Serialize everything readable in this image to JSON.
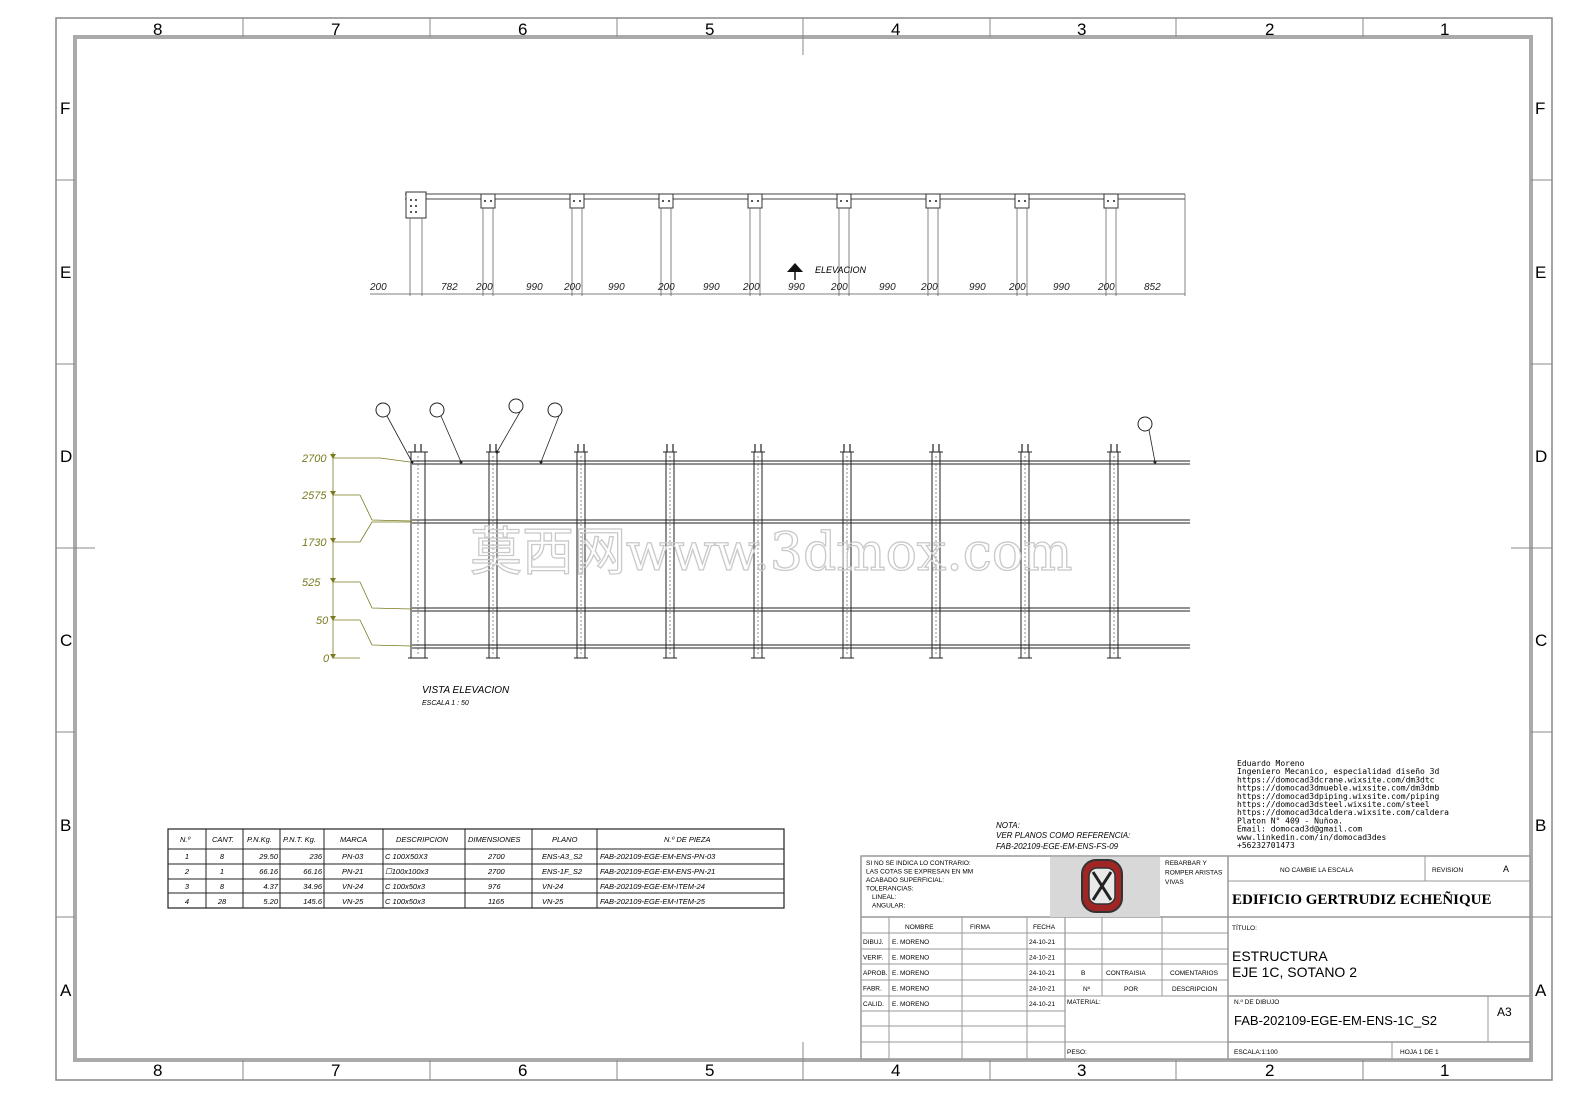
{
  "sheet": {
    "zone_cols": [
      "8",
      "7",
      "6",
      "5",
      "4",
      "3",
      "2",
      "1"
    ],
    "zone_rows": [
      "F",
      "E",
      "D",
      "C",
      "B",
      "A"
    ]
  },
  "plan_view": {
    "label": "ELEVACION",
    "dimensions": [
      "200",
      "782",
      "200",
      "990",
      "200",
      "990",
      "200",
      "990",
      "200",
      "990",
      "200",
      "990",
      "200",
      "990",
      "200",
      "990",
      "200",
      "852"
    ]
  },
  "elevation_view": {
    "title": "VISTA ELEVACION",
    "scale": "ESCALA 1 : 50",
    "level_labels": [
      "2700",
      "2575",
      "1730",
      "525",
      "50",
      "0"
    ]
  },
  "parts_table": {
    "headers": [
      "N.º",
      "CANT.",
      "P.N.Kg.",
      "P.N.T. Kg.",
      "MARCA",
      "DESCRIPCION",
      "DIMENSIONES",
      "PLANO",
      "N.º DE PIEZA"
    ],
    "rows": [
      [
        "1",
        "8",
        "29.50",
        "236",
        "PN-03",
        "C 100X50X3",
        "2700",
        "ENS-A3_S2",
        "FAB-202109-EGE-EM-ENS-PN-03"
      ],
      [
        "2",
        "1",
        "66.16",
        "66.16",
        "PN-21",
        "☐100x100x3",
        "2700",
        "ENS-1F_S2",
        "FAB-202109-EGE-EM-ENS-PN-21"
      ],
      [
        "3",
        "8",
        "4.37",
        "34.96",
        "VN-24",
        "C 100x50x3",
        "976",
        "VN-24",
        "FAB-202109-EGE-EM-ITEM-24"
      ],
      [
        "4",
        "28",
        "5.20",
        "145.6",
        "VN-25",
        "C 100x50x3",
        "1165",
        "VN-25",
        "FAB-202109-EGE-EM-ITEM-25"
      ]
    ]
  },
  "note": {
    "title": "NOTA:",
    "line1": "VER PLANOS COMO REFERENCIA:",
    "line2": "FAB-202109-EGE-EM-ENS-FS-09"
  },
  "author": {
    "lines": [
      "Eduardo Moreno",
      "Ingeniero Mecanico, especialidad diseño 3d",
      "https://domocad3dcrane.wixsite.com/dm3dtc",
      "https://domocad3dmueble.wixsite.com/dm3dmb",
      "https://domocad3dpiping.wixsite.com/piping",
      "https://domocad3dsteel.wixsite.com/steel",
      "https://domocad3dcaldera.wixsite.com/caldera",
      "Platon N° 409 - Nuñoa.",
      "Email: domocad3d@gmail.com",
      "www.linkedin.com/in/domocad3des",
      "+56232701473"
    ]
  },
  "title_block": {
    "general_notes": [
      "SI NO SE INDICA LO CONTRARIO:",
      "LAS COTAS SE EXPRESAN EN MM",
      "ACABADO SUPERFICIAL:",
      "TOLERANCIAS:",
      "LINEAL:",
      "ANGULAR:"
    ],
    "deburr": [
      "REBARBAR Y",
      "ROMPER ARISTAS",
      "VIVAS"
    ],
    "no_scale": "NO CAMBIE LA ESCALA",
    "revision_label": "REVISION",
    "revision_value": "A",
    "project": "EDIFICIO GERTRUDIZ ECHEÑIQUE",
    "titulo_label": "TÍTULO:",
    "title_line1": "ESTRUCTURA",
    "title_line2": "EJE 1C, SOTANO 2",
    "col_headers": [
      "NOMBRE",
      "FIRMA",
      "FECHA"
    ],
    "signoffs": [
      {
        "role": "DIBUJ.",
        "name": "E. MORENO",
        "date": "24-10-21"
      },
      {
        "role": "VERIF.",
        "name": "E. MORENO",
        "date": "24-10-21"
      },
      {
        "role": "APROB.",
        "name": "E. MORENO",
        "date": "24-10-21"
      },
      {
        "role": "FABR.",
        "name": "E. MORENO",
        "date": "24-10-21"
      },
      {
        "role": "CALID.",
        "name": "E. MORENO",
        "date": "24-10-21"
      }
    ],
    "rev_row1": [
      "B",
      "CONTRAISIA",
      "COMENTARIOS"
    ],
    "rev_row2": [
      "Nº",
      "POR",
      "DESCRIPCION"
    ],
    "material_label": "MATERIAL:",
    "drawing_no_label": "N.º DE DIBUJO",
    "drawing_no": "FAB-202109-EGE-EM-ENS-1C_S2",
    "size": "A3",
    "peso_label": "PESO:",
    "escala_label": "ESCALA:1:100",
    "hoja_label": "HOJA 1 DE 1"
  },
  "watermark": "莫西网www.3dmox.com"
}
